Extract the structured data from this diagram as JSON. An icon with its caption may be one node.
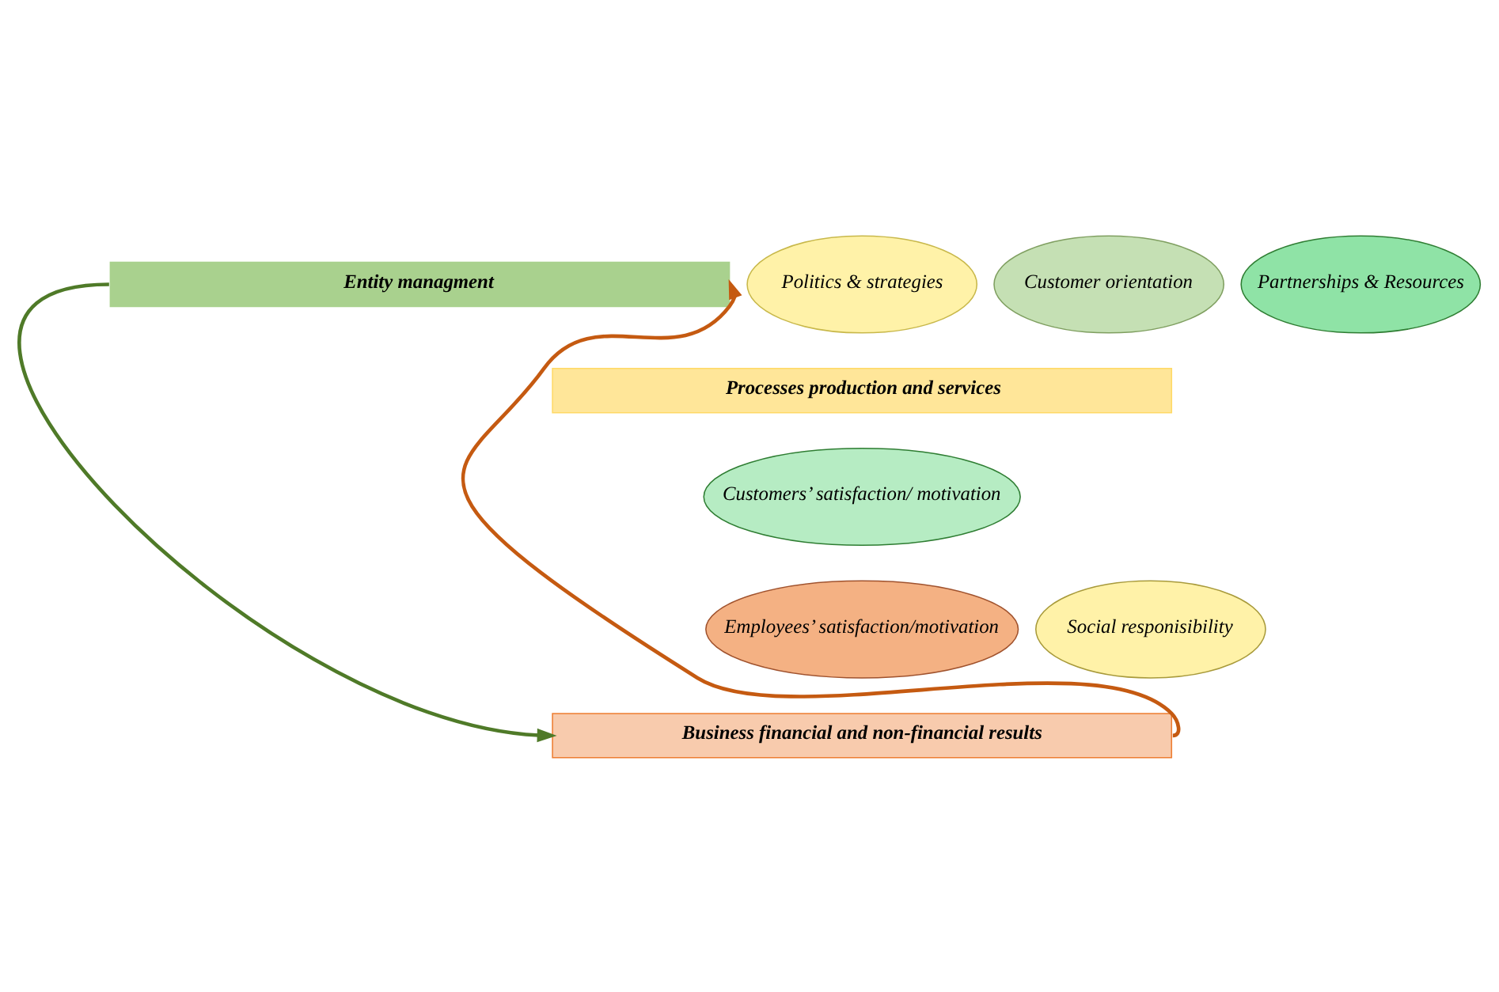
{
  "diagram": {
    "nodes": [
      {
        "text": [
          "Entity managment"
        ]
      },
      {
        "text": [
          "Customer orientation"
        ]
      },
      {
        "text": [
          "Politics & strategies"
        ]
      },
      {
        "text": [
          "Partnerships & Resources"
        ]
      },
      {
        "text": [
          "Processes production and services"
        ]
      },
      {
        "text": [
          "Customers’ satisfaction/ motivation"
        ]
      },
      {
        "text": [
          "Employees’ satisfaction/motivation"
        ]
      },
      {
        "text": [
          "Social responisibility"
        ]
      },
      {
        "text": [
          "Business financial and non-financial results"
        ]
      }
    ],
    "edges": [
      {
        "from": 0,
        "to": 8,
        "arrow": "to",
        "color": "#4f7a28"
      },
      {
        "from": 8,
        "to": 0,
        "arrow": "to",
        "color": "#c55a11"
      }
    ]
  }
}
